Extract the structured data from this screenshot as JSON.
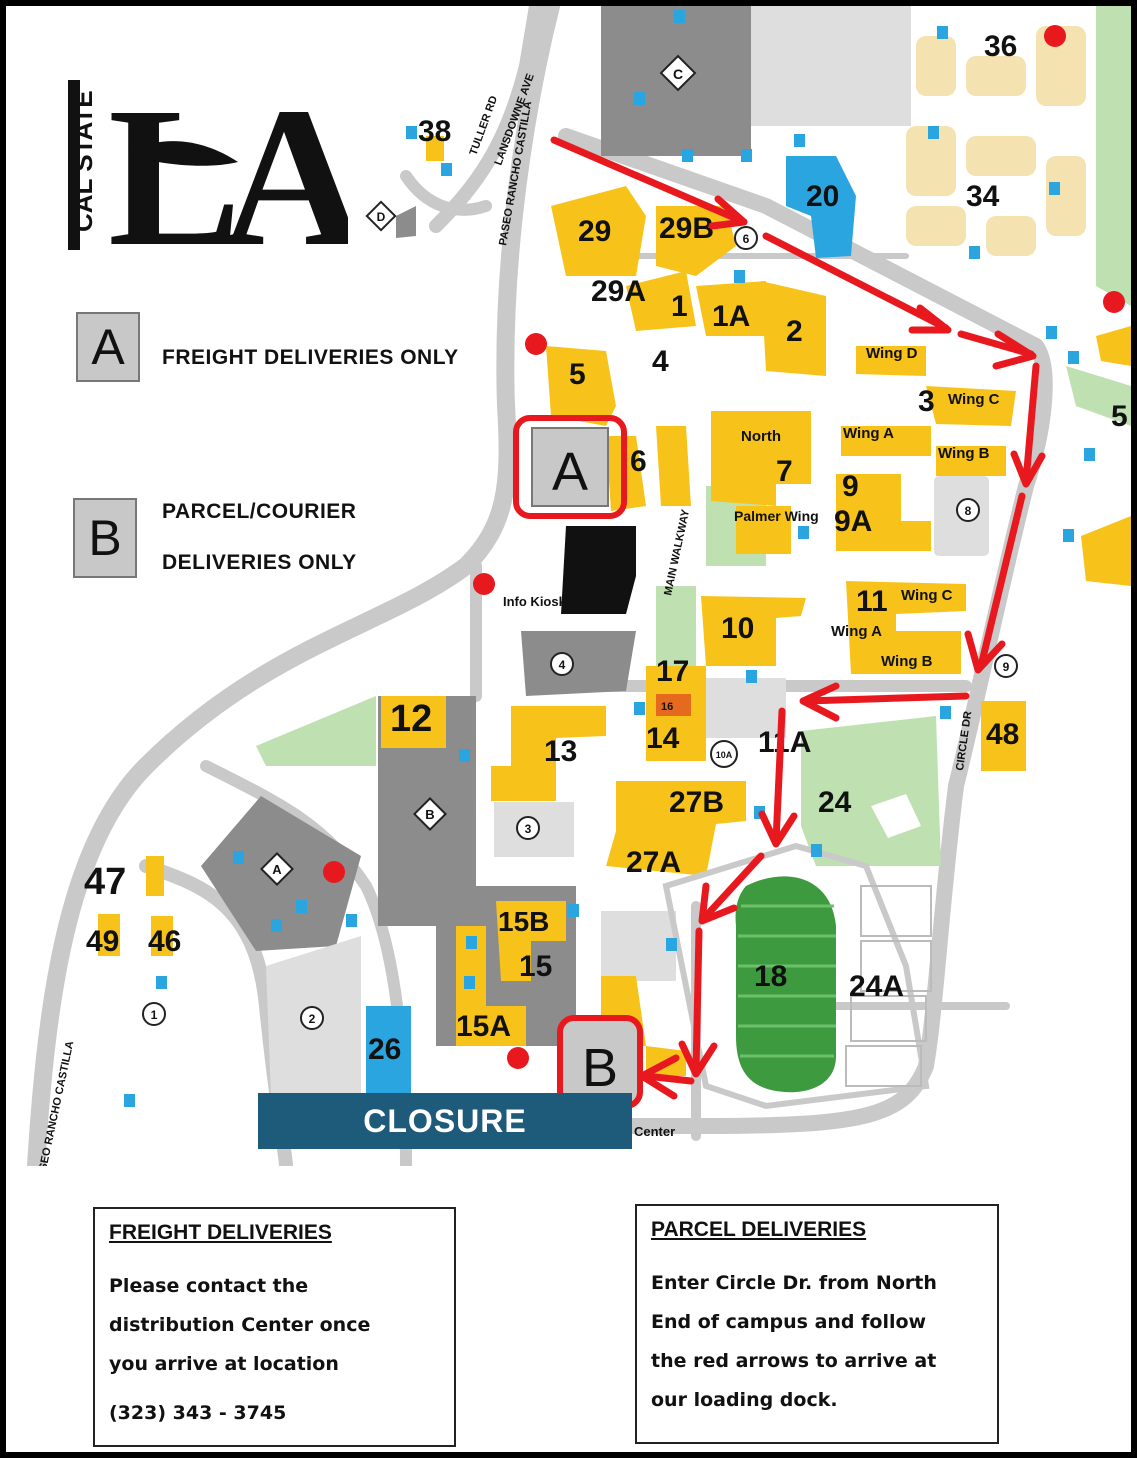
{
  "logo": {
    "small_text": "CAL STATE",
    "big_text": "LA"
  },
  "legend": {
    "a": {
      "letter": "A",
      "text": "FREIGHT DELIVERIES ONLY"
    },
    "b": {
      "letter": "B",
      "text_line1": "PARCEL/COURIER",
      "text_line2": "DELIVERIES ONLY"
    }
  },
  "streets": {
    "tuller": "TULLER RD",
    "lansdowne": "LANSDOWNE AVE",
    "paseo_north": "PASEO RANCHO CASTILLA",
    "paseo_south": "SEO RANCHO CASTILLA",
    "circle_dr": "CIRCLE DR",
    "main_walkway": "MAIN WALKWAY"
  },
  "buildings": {
    "b29": "29",
    "b29b": "29B",
    "b29a": "29A",
    "b1": "1",
    "b1a": "1A",
    "b2": "2",
    "b4": "4",
    "b5": "5",
    "b6": "6",
    "b7": "7",
    "north": "North",
    "palmer": "Palmer Wing",
    "b3": "3",
    "wing_d": "Wing D",
    "wing_c": "Wing C",
    "wing_a": "Wing A",
    "wing_b": "Wing B",
    "b9": "9",
    "b9a": "9A",
    "b10": "10",
    "b11": "11",
    "w11c": "Wing C",
    "w11a": "Wing A",
    "w11b": "Wing B",
    "b12": "12",
    "b13": "13",
    "b14": "14",
    "b16": "16",
    "b17": "17",
    "b11a": "11A",
    "b15": "15",
    "b15a": "15A",
    "b15b": "15B",
    "b18": "18",
    "b20": "20",
    "b24": "24",
    "b24a": "24A",
    "b26": "26",
    "b27a": "27A",
    "b27b": "27B",
    "b34": "34",
    "b36": "36",
    "b38": "38",
    "b46": "46",
    "b47": "47",
    "b48": "48",
    "b49": "49",
    "b5e": "5",
    "info_kiosk": "Info Kiosk",
    "center": "Center"
  },
  "parking": [
    "C",
    "D",
    "A",
    "B",
    "1",
    "2",
    "3",
    "4",
    "6",
    "8",
    "9",
    "10A"
  ],
  "markers": {
    "a": "A",
    "b": "B"
  },
  "closure": "CLOSURE",
  "freight_box": {
    "title": "FREIGHT DELIVERIES",
    "line1": "Please contact the",
    "line2": "distribution Center once",
    "line3": "you arrive at location",
    "phone": "(323) 343 - 3745"
  },
  "parcel_box": {
    "title": "PARCEL DELIVERIES",
    "line1": "Enter Circle Dr. from North",
    "line2": "End of campus and follow",
    "line3": "the red arrows to arrive at",
    "line4": "our loading dock."
  },
  "colors": {
    "building": "#f7c31a",
    "road": "#c9c9c9",
    "parking": "#8c8c8c",
    "grass": "#bfe0b0",
    "route": "#e8191e",
    "closure": "#1e5a7a",
    "housing": "#f4e2b0",
    "blue": "#2aa5e0"
  }
}
